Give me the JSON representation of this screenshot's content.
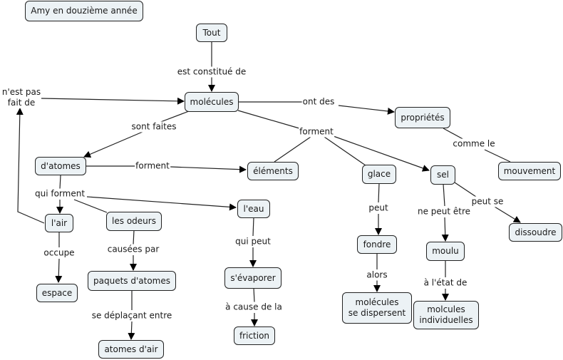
{
  "title_node": "Amy en douzième année",
  "nodes": {
    "tout": "Tout",
    "molecules": "molécules",
    "proprietes": "propriétés",
    "mouvement": "mouvement",
    "datomes": "d'atomes",
    "elements": "éléments",
    "glace": "glace",
    "sel": "sel",
    "dissoudre": "dissoudre",
    "lair": "l'air",
    "les_odeurs": "les odeurs",
    "leau": "l'eau",
    "espace": "espace",
    "paquets_datomes": "paquets d'atomes",
    "atomes_dair": "atomes d'air",
    "sevaporer": "s'évaporer",
    "friction": "friction",
    "fondre": "fondre",
    "moulu": "moulu",
    "molecules_dispersent": "molécules\nse dispersent",
    "molcules_individuelles": "molcules\nindividuelles"
  },
  "links": {
    "est_constitue_de": "est constitué de",
    "nest_pas_fait_de": "n'est pas\nfait de",
    "ont_des": "ont des",
    "sont_faites": "sont faites",
    "forment_top": "forment",
    "comme_le": "comme le",
    "forment_atomes": "forment",
    "qui_forment": "qui forment",
    "peut": "peut",
    "ne_peut_etre": "ne peut être",
    "peut_se": "peut se",
    "occupe": "occupe",
    "causees_par": "causées par",
    "qui_peut": "qui peut",
    "se_deplacant_entre": "se déplaçant entre",
    "a_cause_de_la": "à cause de la",
    "alors": "alors",
    "a_letat_de": "à l'état de"
  }
}
